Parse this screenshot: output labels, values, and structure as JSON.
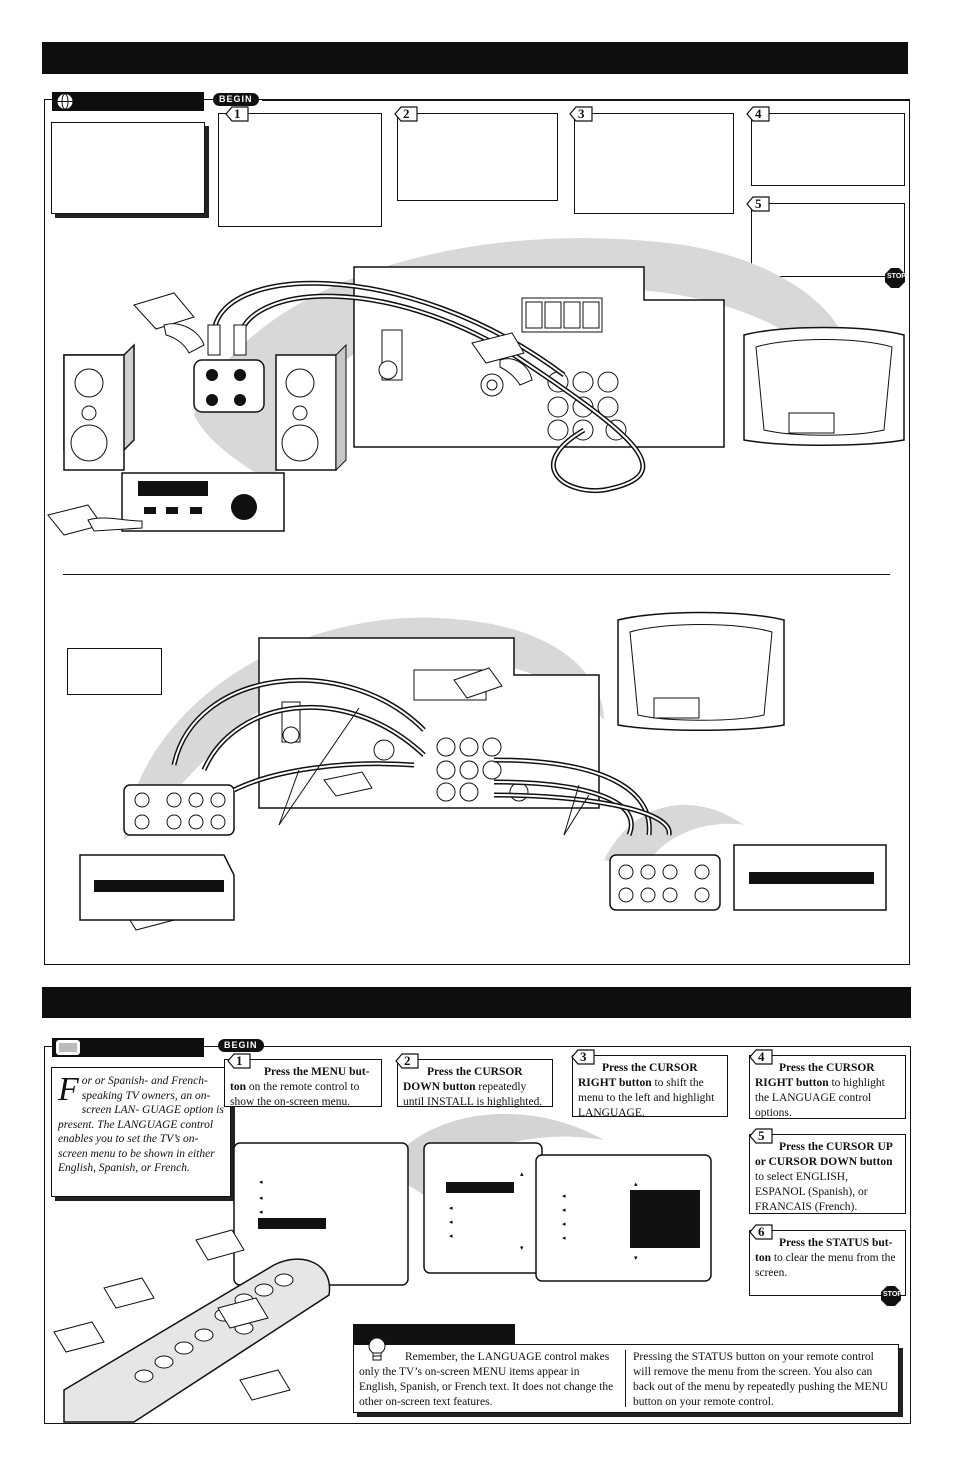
{
  "begin_badge": "BEGIN",
  "stop_badge": "STOP",
  "step_numbers": [
    "1",
    "2",
    "3",
    "4",
    "5",
    "6"
  ],
  "language_steps": [
    {
      "number": "1",
      "bold": "Press the MENU but- ton",
      "text": " on the remote control to show the on-screen menu."
    },
    {
      "number": "2",
      "bold": "Press the CURSOR DOWN button",
      "text": " repeatedly until INSTALL is highlighted."
    },
    {
      "number": "3",
      "bold": "Press the CURSOR RIGHT button",
      "text": " to shift the menu to the left and highlight LANGUAGE."
    },
    {
      "number": "4",
      "bold": "Press the CURSOR RIGHT button",
      "text": " to highlight the LANGUAGE control options."
    },
    {
      "number": "5",
      "bold": "Press the CURSOR UP or CURSOR DOWN button",
      "text": " to select ENGLISH, ESPANOL (Spanish), or FRANCAIS (French)."
    },
    {
      "number": "6",
      "bold": "Press the STATUS but- ton",
      "text": " to clear the menu from the screen."
    }
  ],
  "intro": {
    "dropcap": "F",
    "text": "or or Spanish- and French-speaking TV owners, an on-screen LAN- GUAGE option is present. The LANGUAGE control enables you to set the TV’s on-screen menu to be shown in either English, Spanish, or French."
  },
  "tip": {
    "left": "Remember, the LANGUAGE control makes only the TV’s on-screen MENU items appear in English, Spanish, or French text. It does not change the other on-screen text features.",
    "right": "Pressing the STATUS button on your remote control will remove the menu from the screen. You also can back out of the menu by repeatedly pushing the MENU button on your remote control."
  },
  "colors": {
    "ink": "#111111",
    "paper": "#ffffff",
    "swoosh": "#d4d4d4",
    "panel_gray": "#e6e6e6"
  }
}
